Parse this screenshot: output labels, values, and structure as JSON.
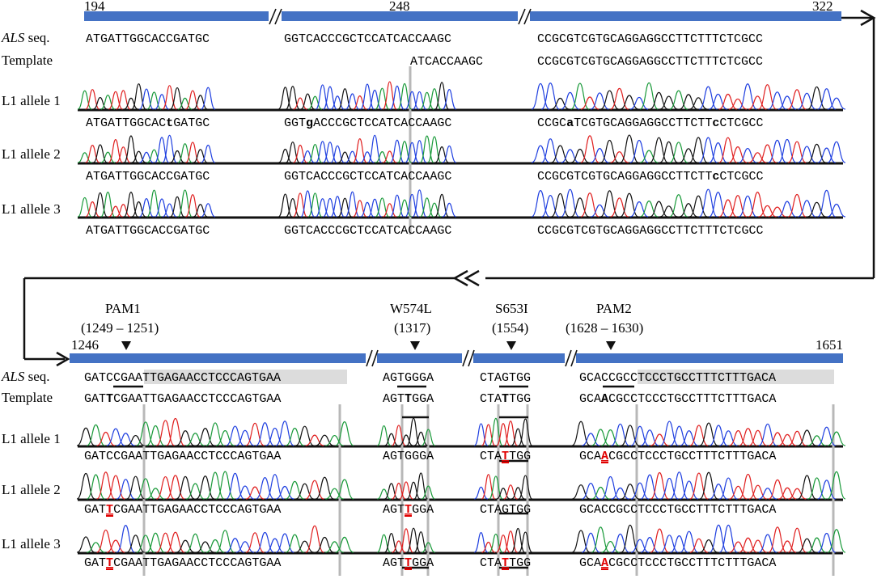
{
  "colors": {
    "bar": "#4472c4",
    "A": "#1a9a3a",
    "C": "#2040e0",
    "G": "#111111",
    "T": "#e02020",
    "mut": "#e00000",
    "guide": "#b8b8b8",
    "highlight": "#dcdcdc"
  },
  "top": {
    "positions": [
      "194",
      "248",
      "322"
    ],
    "labels": {
      "als": "ALS",
      "seq": " seq.",
      "template": "Template",
      "a1": "L1 allele 1",
      "a2": "L1 allele 2",
      "a3": "L1 allele 3"
    },
    "segments": [
      {
        "als": "ATGATTGGCACCGATGC",
        "template": "",
        "a1": "ATGATTGGCACtGATGC",
        "a2": "ATGATTGGCACCGATGC",
        "a3": "ATGATTGGCACCGATGC",
        "a1_bold": [
          11
        ],
        "a2_bold": [],
        "a3_bold": []
      },
      {
        "als": "GGTCACCCGCTCCATCACCAAGC",
        "template": "ATCACCAAGC",
        "a1": "GGTgACCCGCTCCATCACCAAGC",
        "a2": "GGTCACCCGCTCCATCACCAAGC",
        "a3": "GGTCACCCGCTCCATCACCAAGC",
        "a1_bold": [
          3
        ],
        "a2_bold": [],
        "a3_bold": []
      },
      {
        "als": "CCGCGTCGTGCAGGAGGCCTTCTTTCTCGCC",
        "template": "CCGCGTCGTGCAGGAGGCCTTCTTTCTCGCC",
        "a1": "CCGCaTCGTGCAGGAGGCCTTCTTcCTCGCC",
        "a2": "CCGCGTCGTGCAGGAGGCCTTCTTcCTCGCC",
        "a3": "CCGCGTCGTGCAGGAGGCCTTCTTTCTCGCC",
        "a1_bold": [
          4,
          24
        ],
        "a2_bold": [
          24
        ],
        "a3_bold": []
      }
    ]
  },
  "bottom": {
    "positions": [
      "1246",
      "1651"
    ],
    "markers": [
      {
        "name": "PAM1",
        "range": "(1249 – 1251)"
      },
      {
        "name": "W574L",
        "range": "(1317)"
      },
      {
        "name": "S653I",
        "range": "(1554)"
      },
      {
        "name": "PAM2",
        "range": "(1628 – 1630)"
      }
    ],
    "labels": {
      "als": "ALS",
      "seq": " seq.",
      "template": "Template",
      "a1": "L1 allele 1",
      "a2": "L1 allele 2",
      "a3": "L1 allele 3"
    },
    "segments": [
      {
        "als": "GATCCGAATTGAGAACCTCCCAGTGAA",
        "template": "GATTCGAATTGAGAACCTCCCAGTGAA",
        "a1": "GATCCGAATTGAGAACCTCCCAGTGAA",
        "a2": "GATTCGAATTGAGAACCTCCCAGTGAA",
        "a3": "GATTCGAATTGAGAACCTCCCAGTGAA",
        "tpl_bold": [
          3
        ],
        "a1_red": [],
        "a2_red": [
          3
        ],
        "a3_red": [
          3
        ]
      },
      {
        "als": "AGTGGGA",
        "template": "AGTTGGA",
        "a1": "AGTGGGA",
        "a2": "AGTTGGA",
        "a3": "AGTTGGA",
        "tpl_bold": [
          3
        ],
        "a1_red": [],
        "a2_red": [
          3
        ],
        "a3_red": [
          3
        ]
      },
      {
        "als": "CTAGTGG",
        "template": "CTATTGG",
        "a1": "CTATTGG",
        "a2": "CTAGTGG",
        "a3": "CTATTGG",
        "tpl_bold": [
          3
        ],
        "a1_red": [
          3
        ],
        "a2_red": [],
        "a3_red": [
          3
        ]
      },
      {
        "als": "GCACCGCCTCCCTGCCTTTCTTTGACA",
        "template": "GCAACGCCTCCCTGCCTTTCTTTGACA",
        "a1": "GCAACGCCTCCCTGCCTTTCTTTGACA",
        "a2": "GCACCGCCTCCCTGCCTTTCTTTGACA",
        "a3": "GCAACGCCTCCCTGCCTTTCTTTGACA",
        "tpl_bold": [
          3
        ],
        "a1_red": [
          3
        ],
        "a2_red": [],
        "a3_red": [
          3
        ]
      }
    ]
  }
}
